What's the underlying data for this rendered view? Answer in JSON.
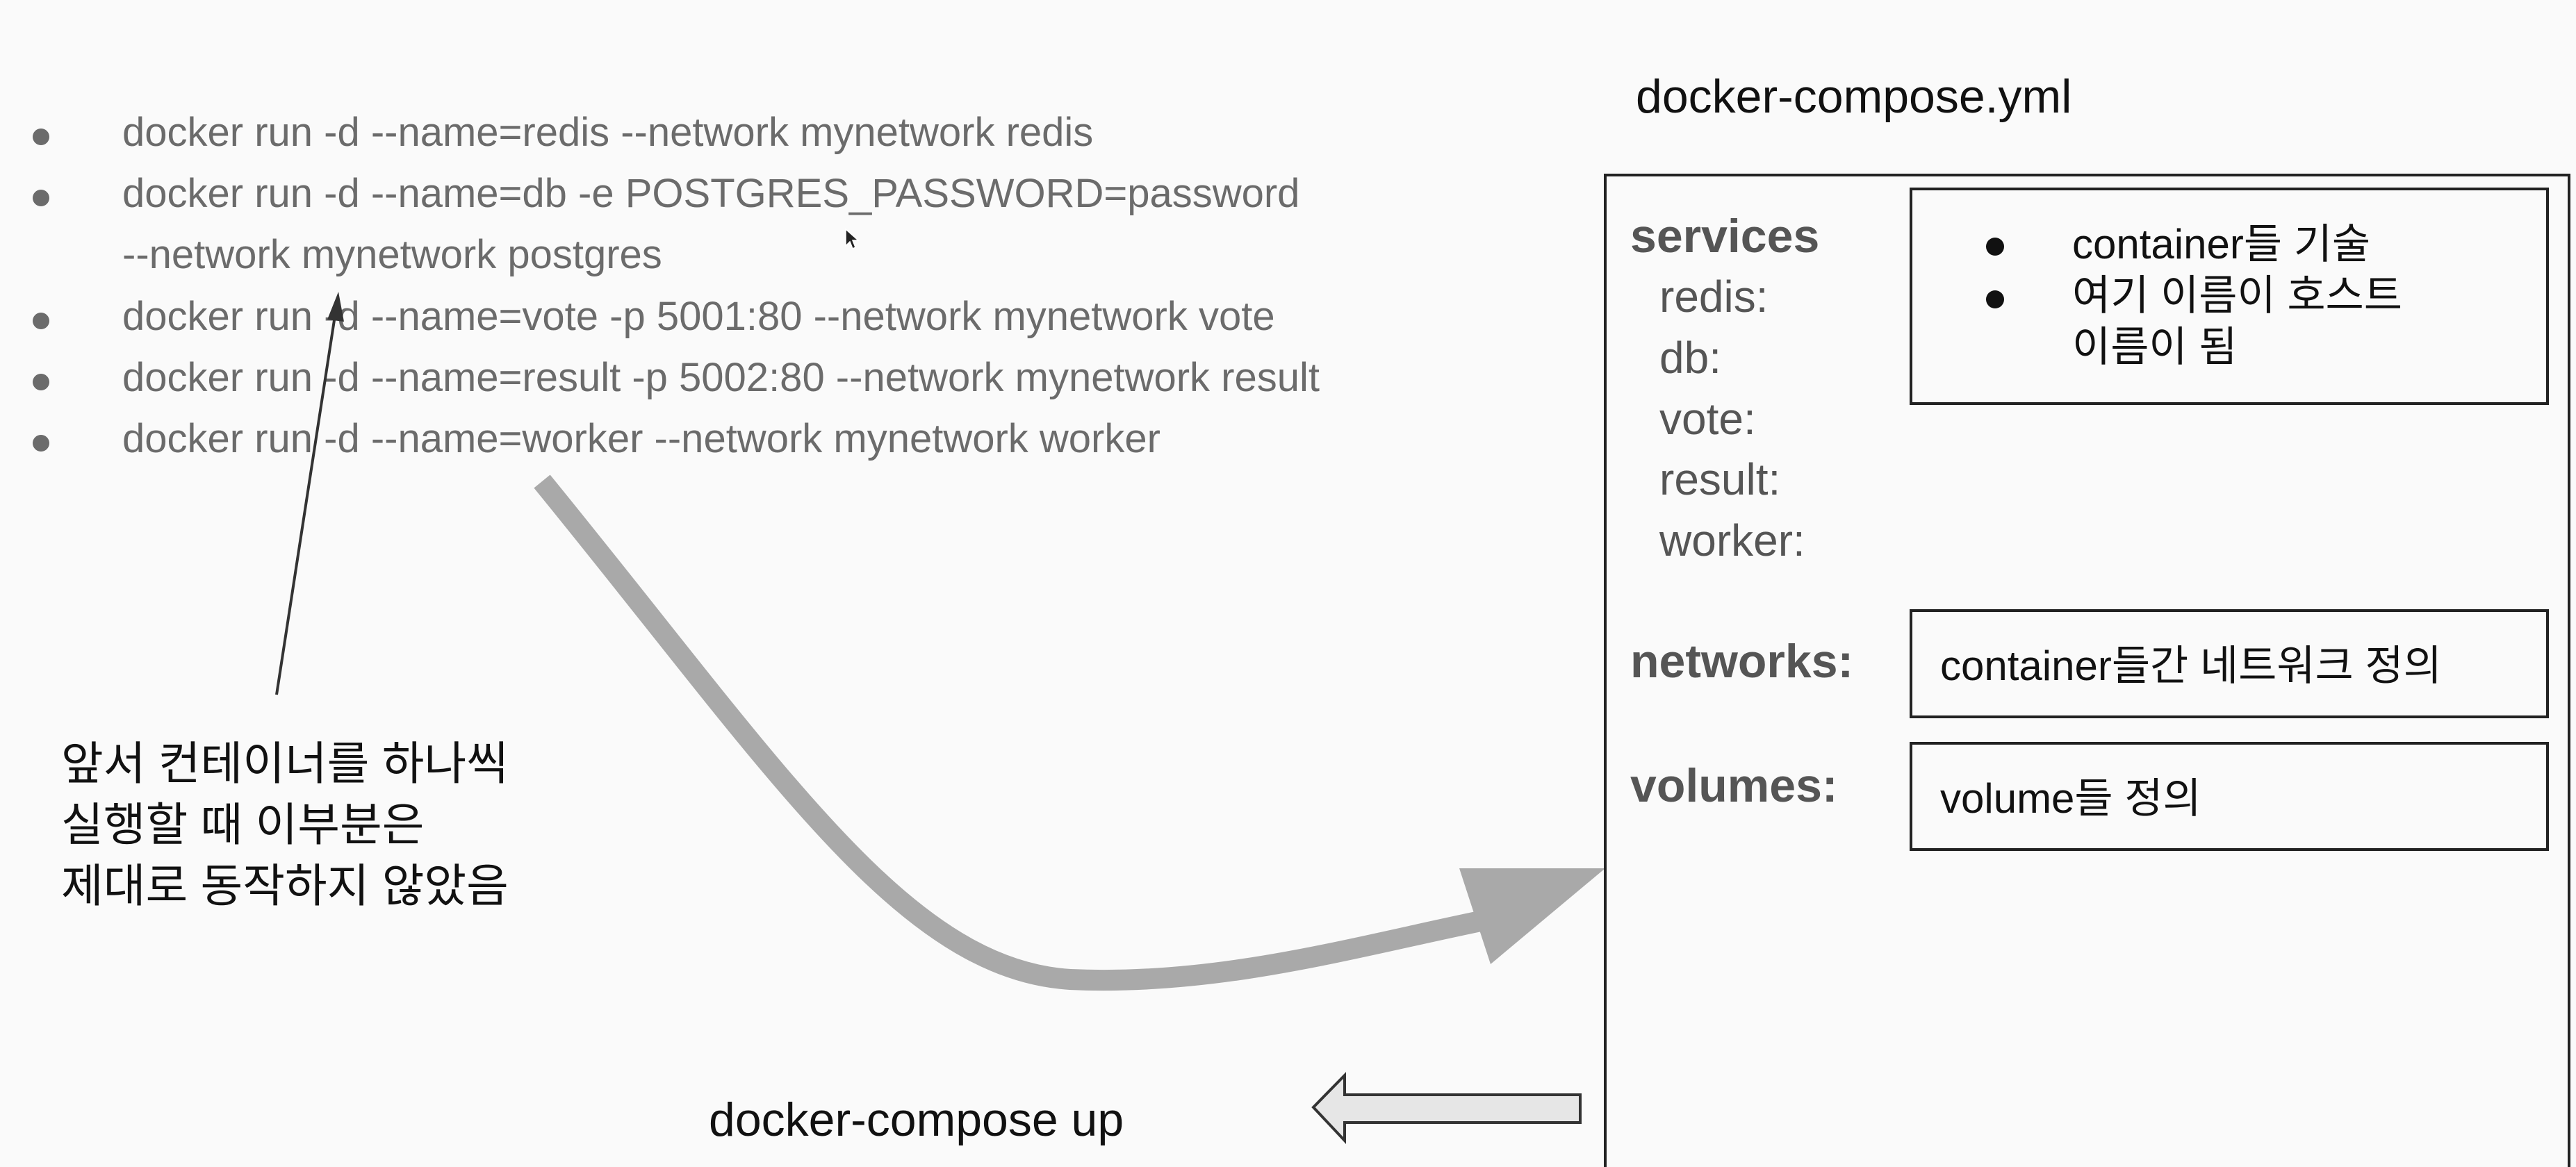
{
  "commands": [
    "docker run -d --name=redis --network mynetwork redis",
    "docker run -d --name=db -e POSTGRES_PASSWORD=password",
    "--network mynetwork postgres",
    "docker run -d --name=vote -p 5001:80 --network mynetwork vote",
    "docker run -d --name=result -p 5002:80 --network mynetwork result",
    "docker run -d --name=worker --network mynetwork worker"
  ],
  "note": {
    "line1": "앞서 컨테이너를 하나씩",
    "line2": "실행할 때 이부분은",
    "line3": "제대로 동작하지 않았음"
  },
  "compose_up": "docker-compose up",
  "compose_file": {
    "title": "docker-compose.yml",
    "services_label": "services",
    "services": [
      "redis:",
      "db:",
      "vote:",
      "result:",
      "worker:"
    ],
    "services_desc": [
      "container들 기술",
      "여기 이름이 호스트",
      "이름이 됨"
    ],
    "networks_label": "networks:",
    "networks_desc": "container들간 네트워크 정의",
    "volumes_label": "volumes:",
    "volumes_desc": "volume들 정의"
  },
  "colors": {
    "command_text": "#6b6b6b",
    "curve_arrow": "#a9a9a9",
    "back_arrow_fill": "#e6e6e6"
  },
  "icons": {
    "cursor": "mouse-pointer-icon"
  }
}
